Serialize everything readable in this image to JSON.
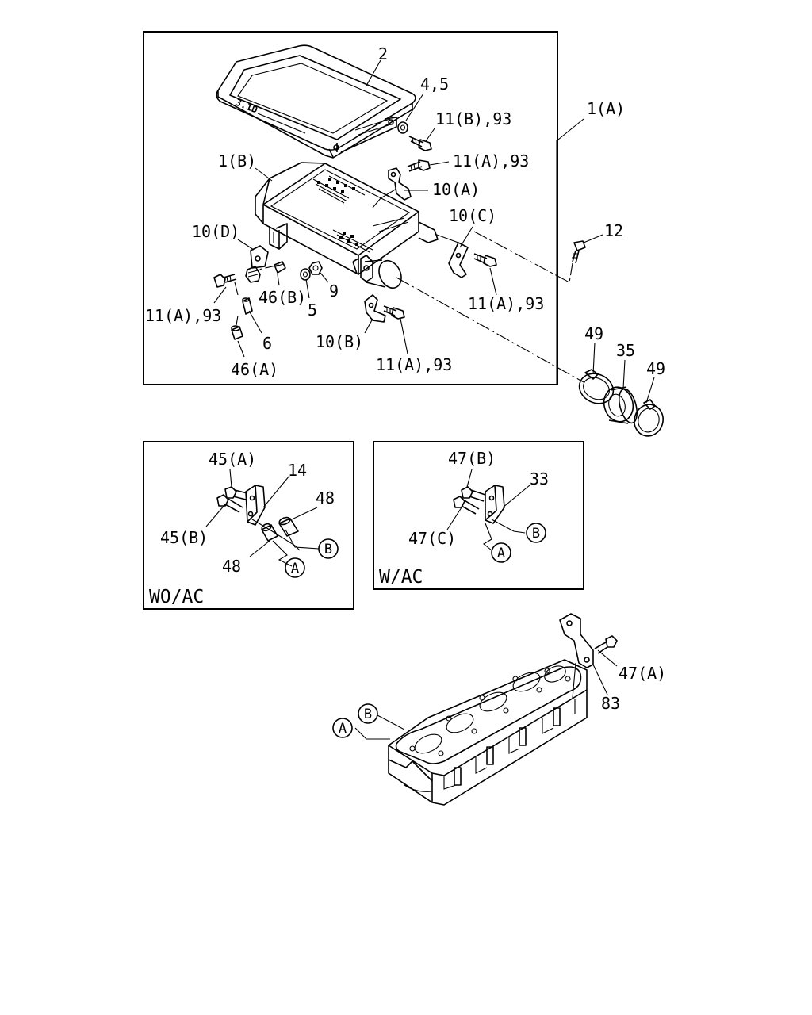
{
  "callouts": {
    "c_2": "2",
    "c_4_5": "4,5",
    "c_11b_93": "11(B),93",
    "c_1a": "1(A)",
    "c_11a_93_top": "11(A),93",
    "c_1b": "1(B)",
    "c_10a": "10(A)",
    "c_10d": "10(D)",
    "c_10c": "10(C)",
    "c_12": "12",
    "c_46b": "46(B)",
    "c_9": "9",
    "c_11a_93_left": "11(A),93",
    "c_5": "5",
    "c_11a_93_right": "11(A),93",
    "c_6": "6",
    "c_10b": "10(B)",
    "c_46a": "46(A)",
    "c_11a_93_bottom": "11(A),93",
    "c_49_left": "49",
    "c_35": "35",
    "c_49_right": "49",
    "c_45a": "45(A)",
    "c_14": "14",
    "c_48_top": "48",
    "c_45b": "45(B)",
    "c_48_bottom": "48",
    "c_47b": "47(B)",
    "c_33": "33",
    "c_47c": "47(C)",
    "c_47a": "47(A)",
    "c_83": "83"
  },
  "refs": {
    "a": "A",
    "b": "B"
  },
  "captions": {
    "wo_ac": "WO/AC",
    "w_ac": "W/AC"
  },
  "decals": {
    "cover_logo": "3.1D"
  }
}
